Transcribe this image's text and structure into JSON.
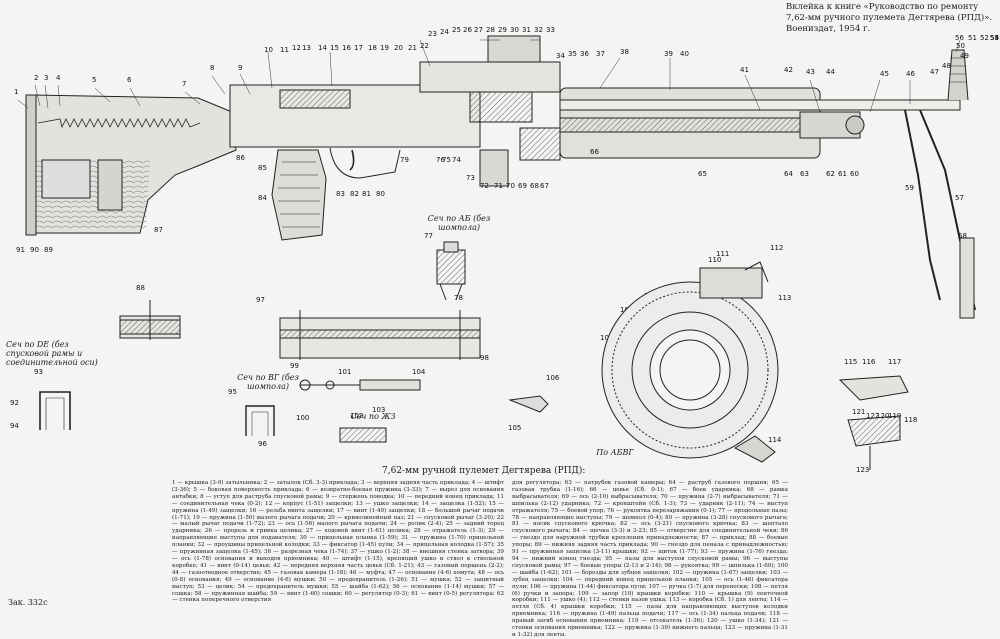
{
  "header": {
    "insert_note": "Вклейка к книге «Руководство по ремонту 7,62-мм ручного пулемета Дегтярева (РПД)». Воениздат, 1954 г."
  },
  "caption": "7,62-мм ручной пулемет Дегтярева (РПД):",
  "sections": {
    "ab": "Сеч по АБ (без шомпола)",
    "de": "Сеч по DE (без спусковой рамы и соединительной оси)",
    "vg": "Сеч по ВГ (без шомпола)",
    "zh3": "Сеч по ЖЗ",
    "abvg": "По АБВГ"
  },
  "callouts_top": [
    "1",
    "2",
    "3",
    "4",
    "5",
    "6",
    "7",
    "8",
    "9",
    "10",
    "11",
    "12",
    "13",
    "14",
    "15",
    "16",
    "17",
    "18",
    "19",
    "20",
    "21",
    "22",
    "23",
    "24",
    "25",
    "26",
    "27",
    "28",
    "29",
    "30",
    "31",
    "32",
    "33",
    "34",
    "35",
    "36",
    "37",
    "38",
    "39",
    "40",
    "41",
    "42",
    "43",
    "44",
    "45",
    "46",
    "47",
    "48",
    "49",
    "50",
    "51",
    "52",
    "53",
    "54",
    "55",
    "56"
  ],
  "callouts_bottom": [
    "57",
    "58",
    "59",
    "60",
    "61",
    "62",
    "63",
    "64",
    "65",
    "66",
    "67",
    "68",
    "69",
    "70",
    "71",
    "72",
    "73",
    "74",
    "75",
    "76",
    "77",
    "78",
    "79",
    "80",
    "81",
    "82",
    "83",
    "84",
    "85",
    "86",
    "87",
    "88",
    "89",
    "90",
    "91"
  ],
  "callouts_detail": [
    "92",
    "93",
    "94",
    "95",
    "96",
    "97",
    "98",
    "99",
    "100",
    "101",
    "102",
    "103",
    "104",
    "105",
    "106",
    "107",
    "108",
    "109",
    "110",
    "111",
    "112",
    "113",
    "114",
    "115",
    "116",
    "117",
    "118",
    "119",
    "120",
    "121",
    "122",
    "123"
  ],
  "legend_left": "1 — крышка (3-9) затыльника; 2 — затылок (Сб. 3-3) приклада; 3 — верхняя задняя часть приклада; 4 — штифт (3-36); 5 — боковая поверхность приклада; 6 — возвратно-боевая пружина (3-33); 7 — вырез для основания антабки; 8 — уступ для раструба спусковой рамы; 9 — стержень поводка; 10 — передний конец приклада; 11 — соединительная чека (0-2); 12 — корпус (1-51) защелки; 13 — ушко защелки; 14 — защелка (1-52); 15 — пружина (1-49) защелки; 16 — резьба винта защелки; 17 — винт (1-49) защелки; 18 — большой рычаг подачи (1-71); 19 — пружина (1-50) малого рычага подачи; 20 — криволинейный паз; 21 — спусковой рычаг (3-20); 22 — малый рычаг подачи (1-72); 23 — ось (1-56) малого рычага подачи; 24 — ролик (2-4); 25 — задний торец ударника; 26 — прорезь и гривка целика; 27 — ходовой винт (1-61) целика; 28 — отражатель (1-3); 29 — направляющие выступы для подавателя; 30 — прицельная планка (1-59); 31 — пружина (1-70) прицельной планки; 32 — проушины прицельной колодки; 33 — фиксатор (1-45) пули; 34 — прицельная колодка (1-57); 35 — пружинная защелка (1-45); 36 — разрезная чека (1-74); 37 — ушко (1-2); 38 — внешняя стенка затвора; 39 — ось (1-78) основания и выходов приемника; 40 — штифт (1-15), крепящий ушко и ствол к ствольной коробке; 41 — винт (0-14) цевья; 42 — передняя верхняя часть цевья (Сб. 1-21); 43 — газовый поршень (2-2); 44 — газоотводное отверстие; 45 — газовая камера (1-18); 46 — муфта; 47 — основание (4-6) хомута; 48 — ось (0-8) основания; 49 — основание (4-6) мушки; 50 — предохранитель (1-26); 51 — мушка; 52 — защитный выступ; 53 — целик; 54 — предохранитель мушки; 55 — шайба (1-62); 56 — основание (1-14) мушки; 57 — сошка; 58 — пружинная шайба; 59 — винт (1-60) сошки; 60 — регулятор (0-3); 61 — винт (0-5) регулятора; 62 — стенка поперечного отверстия",
  "legend_right": "для регулятора; 63 — патрубок газовой камеры; 64 — раструб газового поршня; 65 — газовая трубка (1-16); 66 — цевье (Сб. 0-1); 67 — боек ударника; 68 — рамка выбрасывателя; 69 — ось (2-10) выбрасывателя; 70 — пружина (2-7) выбрасывателя; 71 — шпилька (2-12) ударника; 72 — кронштейн (Сб. 1-3); 73 — ударник (2-11); 74 — выступ отражателя; 75 — боевой упор; 76 — рукоятка перезаряжания (0-1); 77 — продольные пазы; 78 — направляющие выступы; 79 — шомпол (0-4); 80 — пружина (3-28) спускового рычага; 81 — носик спускового крючка; 82 — ось (3-21) спускового крючка; 83 — шептало спускового рычага; 84 — щечка (3-3) и 3-23; 85 — отверстие для соединительной чеки; 86 — гнездо для наружной трубки крепления принадлежности; 87 — приклад; 88 — боевые упоры; 89 — нижняя задняя часть приклада; 90 — гнездо для пенала с принадлежностью; 91 — пружинная защелка (3-11) крышки; 92 — щиток (1-77); 93 — пружина (1-76) гнезда; 94 — нижний конец гнезда; 95 — пазы для выступов спусковой рамы; 96 — выступы спусковой рамы; 97 — боевые упоры (2-13 и 2-14); 98 — рукоятка; 99 — шпилька (1-60); 100 — шайба (1-62); 101 — борозды для зубцов защелки; 102 — пружина (1-67) защелки; 103 — зубец защелки; 104 — передний конец прицельной планки; 105 — ось (1-46) фиксатора пули; 106 — пружина (1-44) фиксатора пули; 107 — ручка (1-7) для переноски; 108 — петля (6) ручки и запора; 109 — запор (10) крышки коробки; 110 — крышка (9) ленточной коробки; 111 — ушко (4); 112 — стенки пазов ушка; 113 — коробка (Сб. 1) для ленты; 114 — петля (Сб. 4) крышки коробки; 115 — пазы для направляющих выступов колодки приемника; 116 — пружина (1-49) пальца подачи; 117 — ось (1-34) пальца подачи; 118 — правый загиб основания приемника; 119 — отсекатель (1-36); 120 — ушко (1-34); 121 — стенки основания приемника; 122 — пружина (1-39) нижнего пальца; 123 — пружина (1-31 и 1-32) для ленты.",
  "order_no": "Зак. 332с"
}
